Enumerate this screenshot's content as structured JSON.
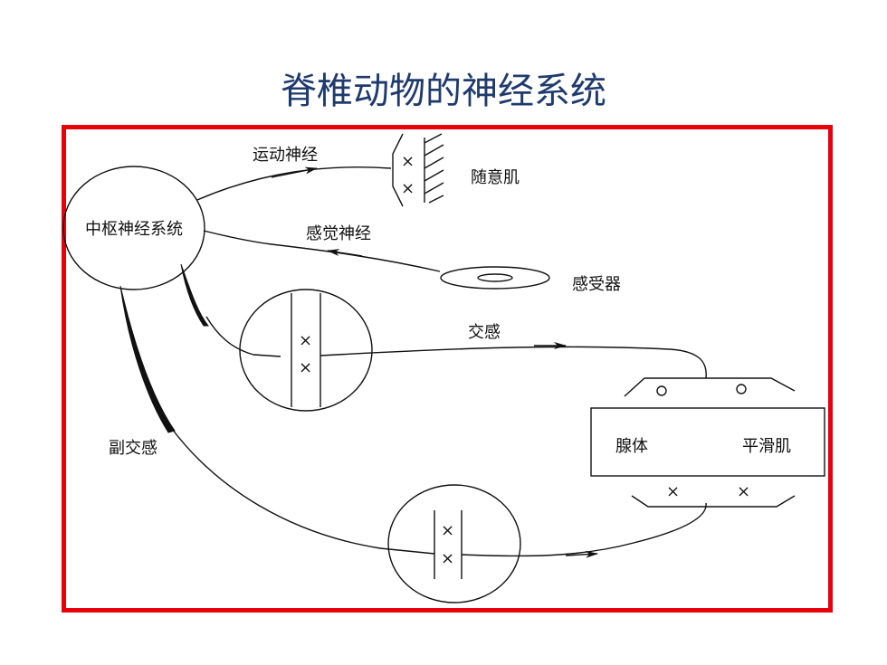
{
  "title": "脊椎动物的神经系统",
  "colors": {
    "title": "#1f3b6e",
    "frame": "#e8000b",
    "ink": "#111111"
  },
  "labels": {
    "cns": "中枢神经系统",
    "motor_nerve": "运动神经",
    "skeletal_muscle": "随意肌",
    "sensory_nerve": "感觉神经",
    "receptor": "感受器",
    "sympathetic": "交感",
    "parasympathetic": "副交感",
    "gland": "腺体",
    "smooth_muscle": "平滑肌",
    "cross_mark": "×"
  }
}
